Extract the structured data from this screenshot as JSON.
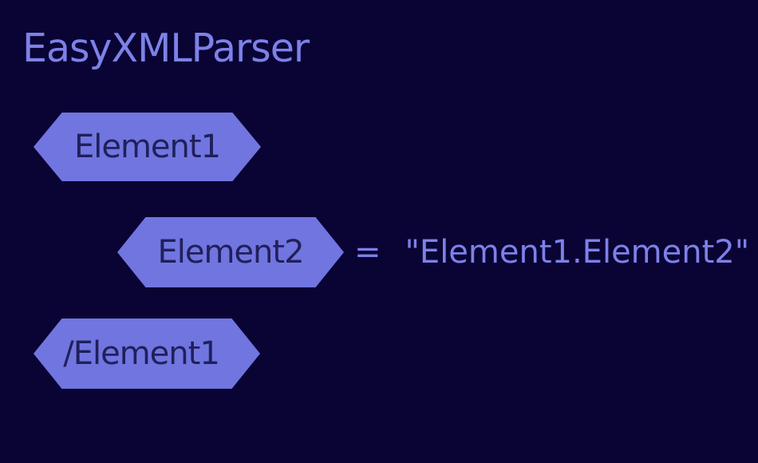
{
  "title": "EasyXMLParser",
  "colors": {
    "background": "#0a0434",
    "shape_fill": "#7175e0",
    "light_text": "#7d81e8",
    "dark_text": "#20205a"
  },
  "diagram": {
    "nodes": [
      {
        "label": "Element1"
      },
      {
        "label": "Element2"
      },
      {
        "label": "/Element1"
      }
    ],
    "assignment": {
      "equals": "=",
      "value": "\"Element1.Element2\""
    }
  }
}
